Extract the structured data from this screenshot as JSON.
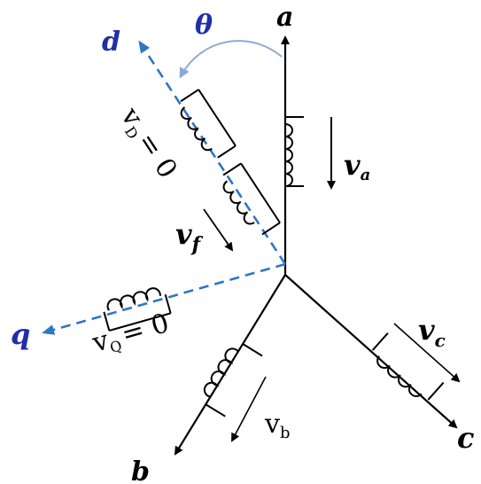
{
  "colors": {
    "abc_axes": "#000000",
    "dq_axes": "#2f76c2",
    "dq_labels": "#1f2fa8",
    "theta_arc": "#8fa9d6"
  },
  "axes": {
    "a": "a",
    "b": "b",
    "c": "c",
    "d": "d",
    "q": "q"
  },
  "angle_label": "θ",
  "voltages": {
    "va_main": "v",
    "va_sub": "a",
    "vb_main": "v",
    "vb_sub": "b",
    "vc_main": "v",
    "vc_sub": "c",
    "vf_main": "v",
    "vf_sub": "f",
    "vD_main": "v",
    "vD_sub": "D",
    "vD_eq": "= 0",
    "vQ_main": "v",
    "vQ_sub": "Q",
    "vQ_eq": "= 0"
  }
}
